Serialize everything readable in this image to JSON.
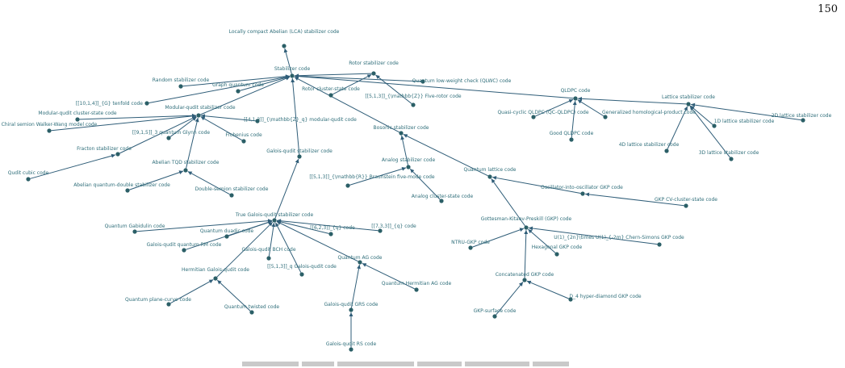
{
  "page_number": "150",
  "nodes": [
    {
      "id": "lca",
      "label": "Locally compact Abelian (LCA) stabilizer code"
    },
    {
      "id": "stab",
      "label": "Stabilizer code"
    },
    {
      "id": "rotor",
      "label": "Rotor stabilizer code"
    },
    {
      "id": "random",
      "label": "Random stabilizer code"
    },
    {
      "id": "graph",
      "label": "Graph quantum code"
    },
    {
      "id": "tenfold",
      "label": "[[10,1,4]]_{G} tenfold code"
    },
    {
      "id": "rotorcluster",
      "label": "Rotor cluster-state code"
    },
    {
      "id": "fiverotor",
      "label": "[[5,1,3]]_{\\mathbb{Z}} Five-rotor code"
    },
    {
      "id": "qlwc",
      "label": "Quantum low-weight check (QLWC) code"
    },
    {
      "id": "qldpc",
      "label": "QLDPC code"
    },
    {
      "id": "lattice",
      "label": "Lattice stabilizer code"
    },
    {
      "id": "qcqldpc",
      "label": "Quasi-cyclic QLDPC (QC-QLDPC) code"
    },
    {
      "id": "genhom",
      "label": "Generalized homological-product code"
    },
    {
      "id": "good",
      "label": "Good QLDPC code"
    },
    {
      "id": "lat1d",
      "label": "1D lattice stabilizer code"
    },
    {
      "id": "lat2d",
      "label": "2D lattice stabilizer code"
    },
    {
      "id": "lat4d",
      "label": "4D lattice stabilizer code"
    },
    {
      "id": "lat3d",
      "label": "3D lattice stabilizer code"
    },
    {
      "id": "modqudit",
      "label": "Modular-qudit stabilizer code"
    },
    {
      "id": "modcluster",
      "label": "Modular-qudit cluster-state code"
    },
    {
      "id": "chiral",
      "label": "Chiral semion Walker-Wang model code"
    },
    {
      "id": "glynn",
      "label": "[[9,1,5]]_3 quantum Glynn code"
    },
    {
      "id": "frobenius",
      "label": "Frobenius code"
    },
    {
      "id": "mod413",
      "label": "[[4,1,3]]_{\\mathbb{Z}_q} modular-qudit code"
    },
    {
      "id": "fracton",
      "label": "Fracton stabilizer code"
    },
    {
      "id": "cubic",
      "label": "Qudit cubic code"
    },
    {
      "id": "tqd",
      "label": "Abelian TQD stabilizer code"
    },
    {
      "id": "abeliandouble",
      "label": "Abelian quantum-double stabilizer code"
    },
    {
      "id": "doublesemion",
      "label": "Double-semion stabilizer code"
    },
    {
      "id": "bosonic",
      "label": "Bosonic stabilizer code"
    },
    {
      "id": "galois",
      "label": "Galois-qudit stabilizer code"
    },
    {
      "id": "analog",
      "label": "Analog stabilizer code"
    },
    {
      "id": "braunstein",
      "label": "[[5,1,3]]_{\\mathbb{R}} Braunstein five-mode code"
    },
    {
      "id": "analogcluster",
      "label": "Analog cluster-state code"
    },
    {
      "id": "qlattice",
      "label": "Quantum lattice code"
    },
    {
      "id": "osc",
      "label": "Oscillator-into-oscillator GKP code"
    },
    {
      "id": "gkpcv",
      "label": "GKP CV-cluster-state code"
    },
    {
      "id": "gkp",
      "label": "Gottesman-Kitaev-Preskill (GKP) code"
    },
    {
      "id": "ntru",
      "label": "NTRU-GKP code"
    },
    {
      "id": "hex",
      "label": "Hexagonal GKP code"
    },
    {
      "id": "chern",
      "label": "U(1)_{2n}\\times U(1)_{-2m} Chern-Simons GKP code"
    },
    {
      "id": "concat",
      "label": "Concatenated GKP code"
    },
    {
      "id": "gkpsurf",
      "label": "GKP-surface code"
    },
    {
      "id": "d4",
      "label": "D_4 hyper-diamond GKP code"
    },
    {
      "id": "truegalois",
      "label": "True Galois-qudit stabilizer code"
    },
    {
      "id": "gabidulin",
      "label": "Quantum Gabidulin code"
    },
    {
      "id": "dyadic",
      "label": "Quantum duadic code"
    },
    {
      "id": "rm",
      "label": "Galois-qudit quantum RM code"
    },
    {
      "id": "bch",
      "label": "Galois-qudit BCH code"
    },
    {
      "id": "c623",
      "label": "[[6,2,3]]_{q} code"
    },
    {
      "id": "c733",
      "label": "[[7,3,3]]_{q} code"
    },
    {
      "id": "g513",
      "label": "[[5,1,3]]_q Galois-qudit code"
    },
    {
      "id": "hermgal",
      "label": "Hermitian Galois-qudit code"
    },
    {
      "id": "qag",
      "label": "Quantum AG code"
    },
    {
      "id": "herag",
      "label": "Quantum Hermitian AG code"
    },
    {
      "id": "plane",
      "label": "Quantum plane-curve code"
    },
    {
      "id": "twisted",
      "label": "Quantum twisted code"
    },
    {
      "id": "grs",
      "label": "Galois-qudit GRS code"
    },
    {
      "id": "rs",
      "label": "Galois-qudit RS code"
    }
  ],
  "edges": [
    [
      "stab",
      "lca"
    ],
    [
      "rotor",
      "stab"
    ],
    [
      "random",
      "stab"
    ],
    [
      "graph",
      "stab"
    ],
    [
      "tenfold",
      "stab"
    ],
    [
      "rotorcluster",
      "rotor"
    ],
    [
      "fiverotor",
      "rotor"
    ],
    [
      "qlwc",
      "stab"
    ],
    [
      "qldpc",
      "stab"
    ],
    [
      "lattice",
      "qldpc"
    ],
    [
      "qcqldpc",
      "qldpc"
    ],
    [
      "genhom",
      "qldpc"
    ],
    [
      "good",
      "qldpc"
    ],
    [
      "lat1d",
      "lattice"
    ],
    [
      "lat2d",
      "lattice"
    ],
    [
      "lat4d",
      "lattice"
    ],
    [
      "lat3d",
      "lattice"
    ],
    [
      "modqudit",
      "stab"
    ],
    [
      "modcluster",
      "modqudit"
    ],
    [
      "chiral",
      "modqudit"
    ],
    [
      "glynn",
      "modqudit"
    ],
    [
      "frobenius",
      "modqudit"
    ],
    [
      "mod413",
      "modqudit"
    ],
    [
      "fracton",
      "modqudit"
    ],
    [
      "cubic",
      "fracton"
    ],
    [
      "tqd",
      "modqudit"
    ],
    [
      "abeliandouble",
      "tqd"
    ],
    [
      "doublesemion",
      "tqd"
    ],
    [
      "bosonic",
      "stab"
    ],
    [
      "galois",
      "stab"
    ],
    [
      "analog",
      "bosonic"
    ],
    [
      "braunstein",
      "analog"
    ],
    [
      "analogcluster",
      "analog"
    ],
    [
      "qlattice",
      "bosonic"
    ],
    [
      "osc",
      "qlattice"
    ],
    [
      "gkpcv",
      "osc"
    ],
    [
      "gkp",
      "qlattice"
    ],
    [
      "ntru",
      "gkp"
    ],
    [
      "hex",
      "gkp"
    ],
    [
      "chern",
      "gkp"
    ],
    [
      "concat",
      "gkp"
    ],
    [
      "gkpsurf",
      "concat"
    ],
    [
      "d4",
      "concat"
    ],
    [
      "truegalois",
      "galois"
    ],
    [
      "gabidulin",
      "truegalois"
    ],
    [
      "dyadic",
      "truegalois"
    ],
    [
      "rm",
      "truegalois"
    ],
    [
      "bch",
      "truegalois"
    ],
    [
      "c623",
      "truegalois"
    ],
    [
      "c733",
      "truegalois"
    ],
    [
      "g513",
      "truegalois"
    ],
    [
      "hermgal",
      "truegalois"
    ],
    [
      "qag",
      "truegalois"
    ],
    [
      "herag",
      "qag"
    ],
    [
      "plane",
      "hermgal"
    ],
    [
      "twisted",
      "hermgal"
    ],
    [
      "grs",
      "qag"
    ],
    [
      "rs",
      "grs"
    ]
  ]
}
